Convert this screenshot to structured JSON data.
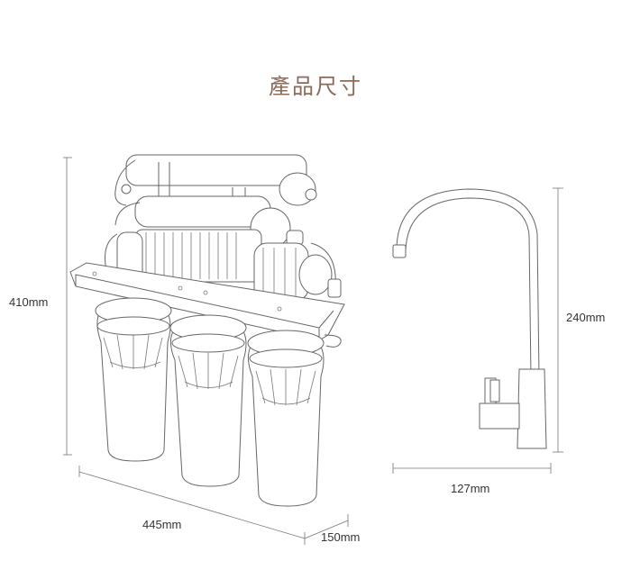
{
  "title": "產品尺寸",
  "dimensions": {
    "height_filter": "410mm",
    "width_filter": "445mm",
    "depth_filter": "150mm",
    "height_faucet": "240mm",
    "width_faucet": "127mm"
  }
}
